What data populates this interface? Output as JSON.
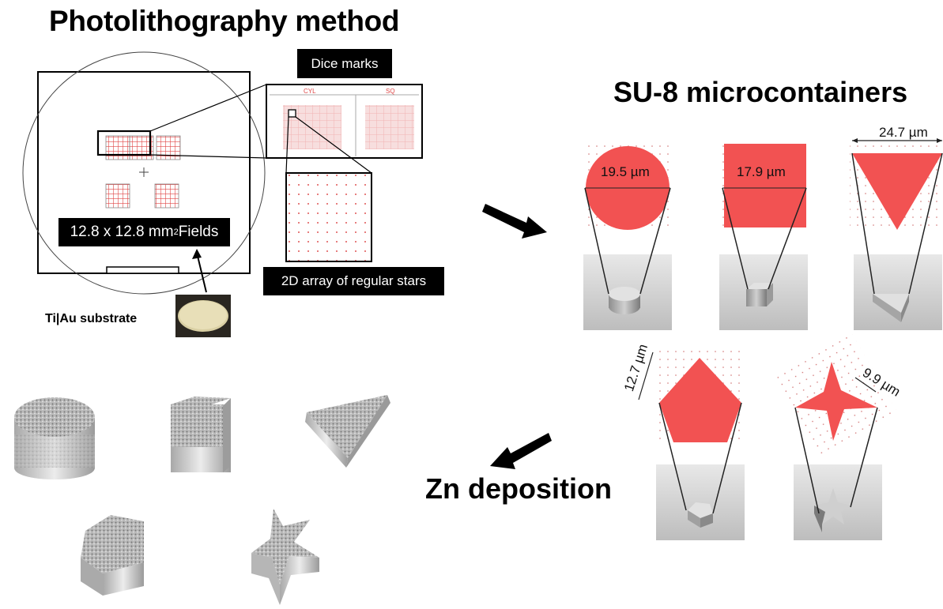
{
  "titles": {
    "photolithography": "Photolithography method",
    "su8": "SU-8 microcontainers",
    "zn": "Zn deposition"
  },
  "labels": {
    "dice_marks": "Dice marks",
    "fields_prefix": "12.8 x 12.8 mm",
    "fields_sup": "2",
    "fields_suffix": " Fields",
    "star_array": "2D array of regular stars",
    "substrate": "Ti|Au substrate",
    "mask_cyl": "CYL",
    "mask_sq": "SQ"
  },
  "dimensions": {
    "cylinder": "19.5 µm",
    "square": "17.9 µm",
    "triangle": "24.7 µm",
    "pentagon": "12.7 µm",
    "star": "9.9 µm"
  },
  "colors": {
    "shape_red": "#f25252",
    "mask_pink": "#f4c9c9",
    "mask_line": "#e66a6a",
    "sem_bg": "#d6d6d6",
    "sem_object": "#b3b3b3"
  },
  "icons": {
    "arrow_right": "arrow-down-right-icon",
    "arrow_left": "arrow-down-left-icon"
  }
}
